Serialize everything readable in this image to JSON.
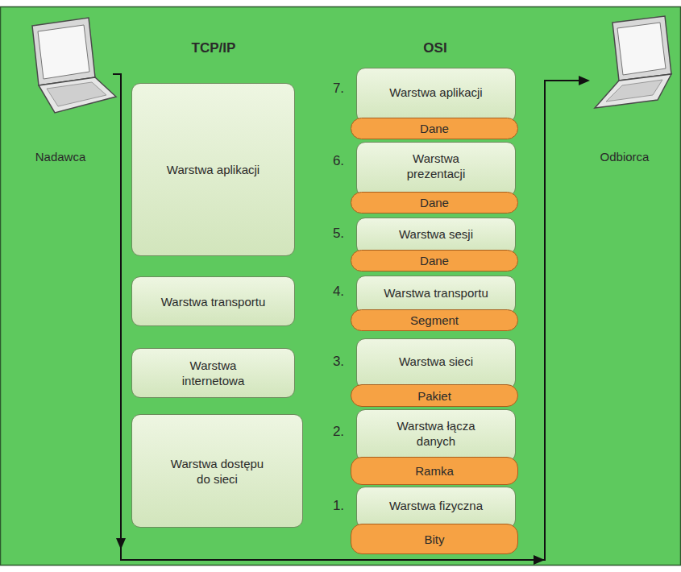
{
  "diagram": {
    "nodes": [
      {
        "text": [
          "Warstwa aplikacji"
        ]
      },
      {
        "text": [
          "Warstwa transportu"
        ]
      },
      {
        "text": [
          "Warstwa internetowa"
        ]
      },
      {
        "text": [
          "Warstwa dostępu do sieci"
        ]
      },
      {
        "text": [
          "Warstwa aplikacji"
        ]
      },
      {
        "text": [
          "Dane"
        ]
      },
      {
        "text": [
          "Warstwa prezentacji"
        ]
      },
      {
        "text": [
          "Dane"
        ]
      },
      {
        "text": [
          "Warstwa sesji"
        ]
      },
      {
        "text": [
          "Dane"
        ]
      },
      {
        "text": [
          "Warstwa transportu"
        ]
      },
      {
        "text": [
          "Segment"
        ]
      },
      {
        "text": [
          "Warstwa sieci"
        ]
      },
      {
        "text": [
          "Pakiet"
        ]
      },
      {
        "text": [
          "Warstwa łącza danych"
        ]
      },
      {
        "text": [
          "Ramka"
        ]
      },
      {
        "text": [
          "Warstwa fizyczna"
        ]
      },
      {
        "text": [
          "Bity"
        ]
      }
    ],
    "labels": [
      "Nadawca",
      "Odbiorca",
      "TCP/IP",
      "OSI",
      "7.",
      "6.",
      "5.",
      "4.",
      "3.",
      "2.",
      "1."
    ]
  }
}
